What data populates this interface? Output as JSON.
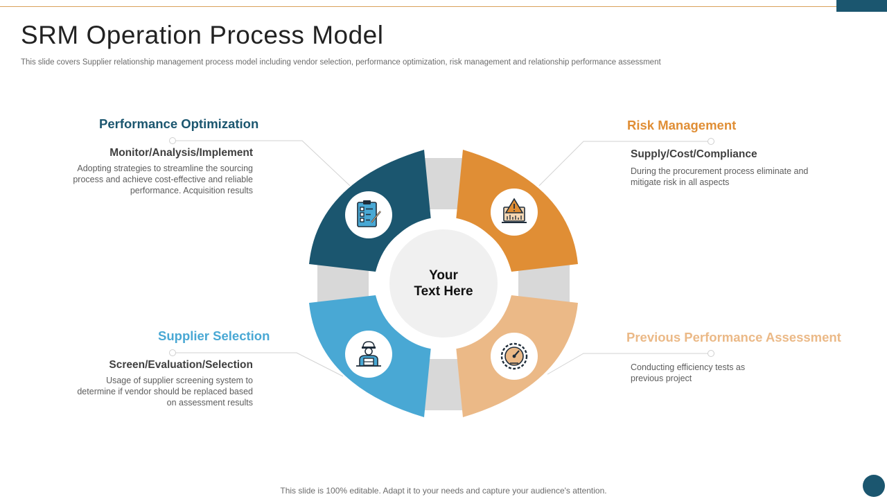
{
  "title": "SRM Operation Process Model",
  "subtitle": "This slide covers Supplier relationship management process model including vendor selection, performance optimization, risk management and relationship performance assessment",
  "center_text": [
    "Your",
    "Text Here"
  ],
  "colors": {
    "dark_teal": "#1b566f",
    "orange": "#e08e35",
    "light_blue": "#49a8d4",
    "peach": "#ebb987",
    "connector_gray": "#d8d8d8",
    "center_fill": "#f0f0f0"
  },
  "sections": {
    "performance_optimization": {
      "heading": "Performance Optimization",
      "subheading": "Monitor/Analysis/Implement",
      "description": "Adopting strategies to streamline the sourcing process and achieve cost-effective and reliable performance.  Acquisition results",
      "icon": "checklist-icon"
    },
    "risk_management": {
      "heading": "Risk Management",
      "subheading": "Supply/Cost/Compliance",
      "description": "During the procurement process eliminate and mitigate risk in all aspects",
      "icon": "warning-chart-icon"
    },
    "supplier_selection": {
      "heading": "Supplier Selection",
      "subheading": "Screen/Evaluation/Selection",
      "description": "Usage of supplier screening system to determine if vendor should be replaced based on assessment results",
      "icon": "worker-icon"
    },
    "previous_performance": {
      "heading": "Previous Performance Assessment",
      "description": "Conducting efficiency tests as previous project",
      "icon": "speedometer-icon"
    }
  },
  "footer": "This slide is 100% editable. Adapt it to your needs and capture your audience's attention."
}
